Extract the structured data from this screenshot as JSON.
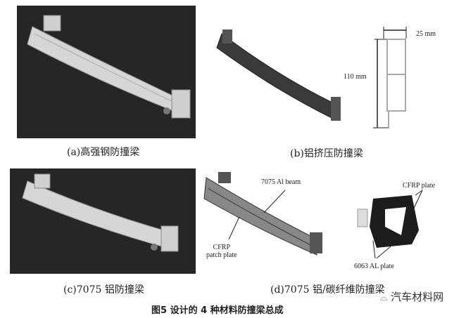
{
  "panels": {
    "a": {
      "caption": "(a)高强钢防撞梁"
    },
    "b": {
      "caption": "(b)铝挤压防撞梁",
      "dim_width": "25 mm",
      "dim_height": "110 mm"
    },
    "c": {
      "caption": "(c)7075 铝防撞梁"
    },
    "d": {
      "caption": "(d)7075 铝/碳纤维防撞梁",
      "label_beam": "7075 Al beam",
      "label_patch_1": "CFRP",
      "label_patch_2": "patch plate",
      "label_cfrp_plate": "CFRP plate",
      "label_al_plate": "6063 AL plate"
    }
  },
  "figure_caption": "图5   设计的 4 种材料防撞梁总成",
  "watermark": "汽车材料网",
  "colors": {
    "panel_bg": "#262626",
    "beam_light": "#d8d8d8",
    "beam_dark": "#3a3a3a"
  }
}
